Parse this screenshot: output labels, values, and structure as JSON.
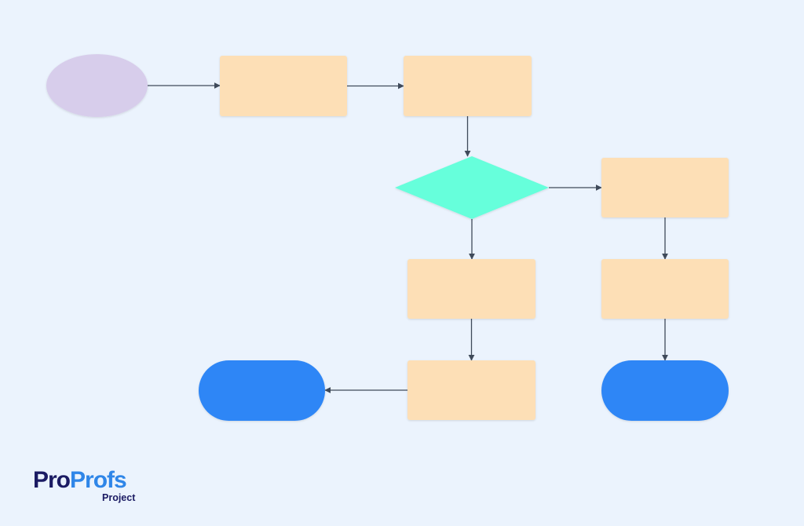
{
  "diagram": {
    "nodes": [
      {
        "id": "start",
        "shape": "ellipse",
        "fill": "#d7cdeb",
        "label": ""
      },
      {
        "id": "step-1",
        "shape": "rectangle",
        "fill": "#fddfb6",
        "label": ""
      },
      {
        "id": "step-2",
        "shape": "rectangle",
        "fill": "#fddfb6",
        "label": ""
      },
      {
        "id": "decision",
        "shape": "diamond",
        "fill": "#66ffdb",
        "label": ""
      },
      {
        "id": "step-right-1",
        "shape": "rectangle",
        "fill": "#fddfb6",
        "label": ""
      },
      {
        "id": "step-down-1",
        "shape": "rectangle",
        "fill": "#fddfb6",
        "label": ""
      },
      {
        "id": "step-right-2",
        "shape": "rectangle",
        "fill": "#fddfb6",
        "label": ""
      },
      {
        "id": "step-down-2",
        "shape": "rectangle",
        "fill": "#fddfb6",
        "label": ""
      },
      {
        "id": "end-left",
        "shape": "terminator",
        "fill": "#2f86f6",
        "label": ""
      },
      {
        "id": "end-right",
        "shape": "terminator",
        "fill": "#2f86f6",
        "label": ""
      }
    ],
    "edges": [
      {
        "from": "start",
        "to": "step-1"
      },
      {
        "from": "step-1",
        "to": "step-2"
      },
      {
        "from": "step-2",
        "to": "decision"
      },
      {
        "from": "decision",
        "to": "step-right-1"
      },
      {
        "from": "decision",
        "to": "step-down-1"
      },
      {
        "from": "step-right-1",
        "to": "step-right-2"
      },
      {
        "from": "step-down-1",
        "to": "step-down-2"
      },
      {
        "from": "step-right-2",
        "to": "end-right"
      },
      {
        "from": "step-down-2",
        "to": "end-left"
      }
    ],
    "connector_color": "#3f4a5a"
  },
  "logo": {
    "part_1": "Pro",
    "part_2": "Profs",
    "subtitle": "Project"
  }
}
